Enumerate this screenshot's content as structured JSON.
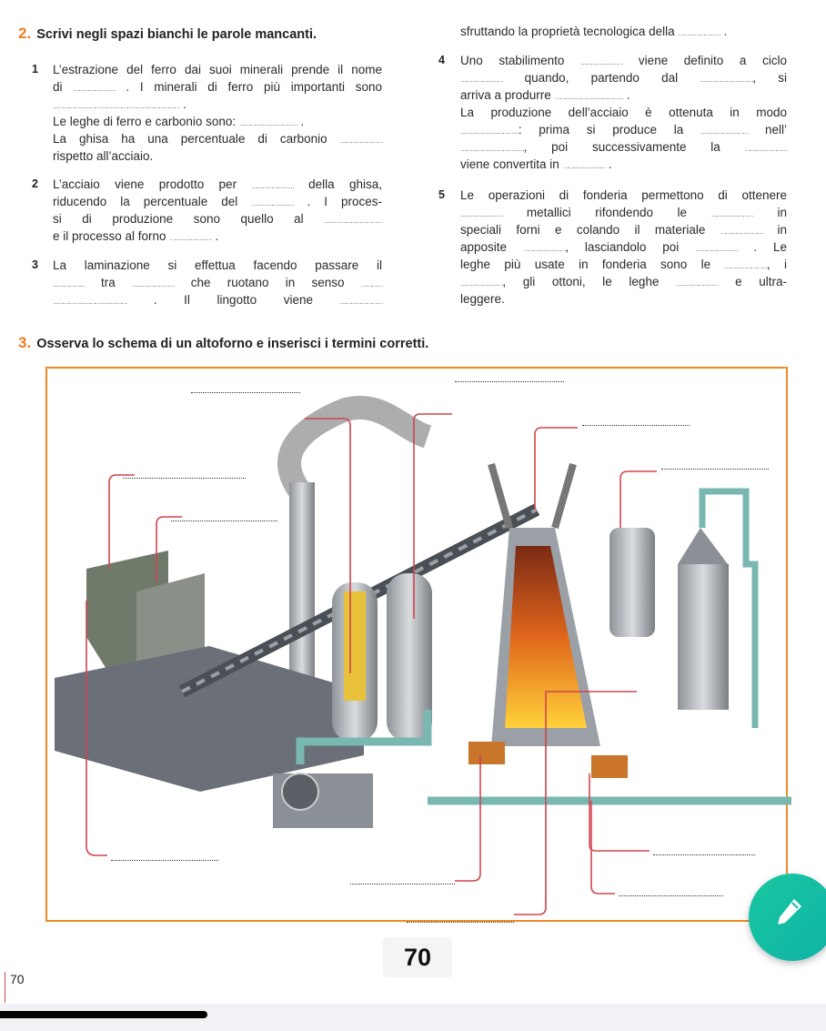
{
  "exercise2": {
    "number": "2.",
    "title": "Scrivi negli spazi bianchi le parole mancanti.",
    "items": [
      {
        "number": "1",
        "lines": [
          "L’estrazione del ferro dai suoi minerali prende il nome",
          "di …………………… . I minerali di ferro più importanti sono",
          "……………………………………………………………… .",
          "Le leghe di ferro e carbonio sono: …………………………… .",
          "La ghisa ha una percentuale di carbonio ……………………",
          "rispetto all’acciaio."
        ]
      },
      {
        "number": "2",
        "lines": [
          "L’acciaio viene prodotto per …………………… della ghisa,",
          "riducendo la percentuale del …………………… . I proces-",
          "si di produzione sono quello al ……………………………",
          "e il processo al forno …………………… ."
        ]
      },
      {
        "number": "3",
        "lines": [
          "La laminazione si effettua facendo passare il",
          "……………… tra …………………… che ruotano in senso …………",
          "…………………………………… . Il lingotto viene ……………………",
          "sfruttando la proprietà tecnologica della …………………… ."
        ]
      },
      {
        "number": "4",
        "lines": [
          "Uno stabilimento …………………… viene definito a ciclo",
          "…………………… quando, partendo dal …………………………, si",
          "arriva a produrre ………………………………… .",
          "La produzione dell’acciaio è ottenuta in modo",
          "……………………………: prima si produce la ……………………… nell’",
          "………………………………, poi successivamente la ……………………",
          "viene convertita in …………………… ."
        ]
      },
      {
        "number": "5",
        "lines": [
          "Le operazioni di fonderia permettono di ottenere",
          "…………………… metallici rifondendo le …………………… in",
          "speciali forni e colando il materiale …………………… in",
          "apposite ……………………, lasciandolo poi …………………… . Le",
          "leghe più usate in fonderia sono le ……………………, i",
          "……………………, gli ottoni, le leghe …………………… e ultra-",
          "leggere."
        ]
      }
    ]
  },
  "exercise3": {
    "number": "3.",
    "title": "Osserva lo schema di un altoforno e inserisci i termini corretti."
  },
  "page": {
    "number_badge": "70",
    "page_label": "70"
  },
  "colors": {
    "accent": "#ee7d22",
    "frame": "#ee8a2a",
    "connector": "#d0454f",
    "fab": "#19c7a0"
  },
  "fab_icon": "pencil-icon"
}
